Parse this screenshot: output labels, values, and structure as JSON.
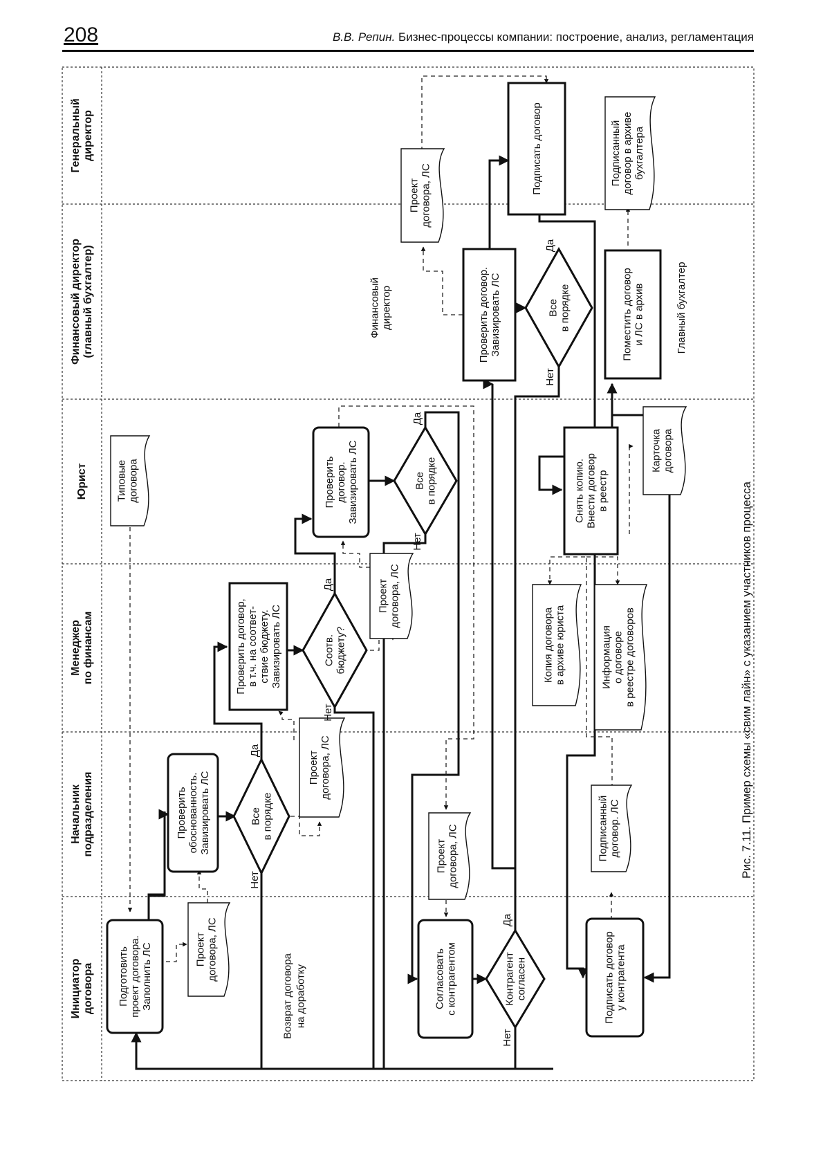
{
  "header": {
    "page_number": "208",
    "author": "В.В. Репин.",
    "book_title": "Бизнес-процессы компании: построение, анализ, регламентация"
  },
  "lanes": [
    {
      "id": "gen",
      "label_lines": [
        "Генеральный",
        "директор"
      ]
    },
    {
      "id": "fin",
      "label_lines": [
        "Финансовый директор",
        "(главный бухгалтер)"
      ]
    },
    {
      "id": "jur",
      "label_lines": [
        "Юрист"
      ]
    },
    {
      "id": "man",
      "label_lines": [
        "Менеджер",
        "по финансам"
      ]
    },
    {
      "id": "head",
      "label_lines": [
        "Начальник",
        "подразделения"
      ]
    },
    {
      "id": "init",
      "label_lines": [
        "Инициатор",
        "договора"
      ]
    }
  ],
  "lane_notes": {
    "fin_top": [
      "Финансовый",
      "директор"
    ],
    "fin_bottom": [
      "Главный бухгалтер"
    ],
    "return_note": [
      "Возврат договора",
      "на доработку"
    ]
  },
  "processes": {
    "prepare": [
      "Подготовить",
      "проект договора.",
      "Заполнить ЛС"
    ],
    "head_check": [
      "Проверить",
      "обоснованность.",
      "Завизировать ЛС"
    ],
    "man_check": [
      "Проверить договор,",
      "в т.ч. на соответ-",
      "ствие бюджету.",
      "Завизировать ЛС"
    ],
    "jur_check": [
      "Проверить",
      "договор.",
      "Завизировать ЛС"
    ],
    "fin_check": [
      "Проверить договор.",
      "Завизировать ЛС"
    ],
    "gen_sign": [
      "Подписать договор"
    ],
    "agree": [
      "Согласовать",
      "с контрагентом"
    ],
    "counter_sign": [
      "Подписать договор",
      "у контрагента"
    ],
    "copy_register": [
      "Снять копию.",
      "Внести договор",
      "в реестр"
    ],
    "archive": [
      "Поместить договор",
      "и ЛС в архив"
    ]
  },
  "decisions": {
    "head_ok": [
      "Все",
      "в порядке"
    ],
    "budget": [
      "Соотв.",
      "бюджету?"
    ],
    "jur_ok": [
      "Все",
      "в порядке"
    ],
    "fin_ok": [
      "Все",
      "в порядке"
    ],
    "counter_ok": [
      "Контрагент",
      "согласен"
    ]
  },
  "documents": {
    "typical": [
      "Типовые",
      "договора"
    ],
    "draft_init": [
      "Проект",
      "договора, ЛС"
    ],
    "draft_head": [
      "Проект",
      "договора, ЛС"
    ],
    "draft_man": [
      "Проект",
      "договора, ЛС"
    ],
    "draft_gen": [
      "Проект",
      "договора, ЛС"
    ],
    "draft_head2": [
      "Проект",
      "договора, ЛС"
    ],
    "signed_head": [
      "Подписанный",
      "договор. ЛС"
    ],
    "copy_archive": [
      "Копия договора",
      "в архиве юриста"
    ],
    "registry_info": [
      "Информация",
      "о договоре",
      "в реестре договоров"
    ],
    "card": [
      "Карточка",
      "договора"
    ],
    "signed_archive": [
      "Подписанный",
      "договор в архиве",
      "бухгалтера"
    ]
  },
  "branch_labels": {
    "yes": "Да",
    "no": "Нет"
  },
  "caption": "Рис. 7.11. Пример схемы «свим лайн» с указанием участников процесса"
}
